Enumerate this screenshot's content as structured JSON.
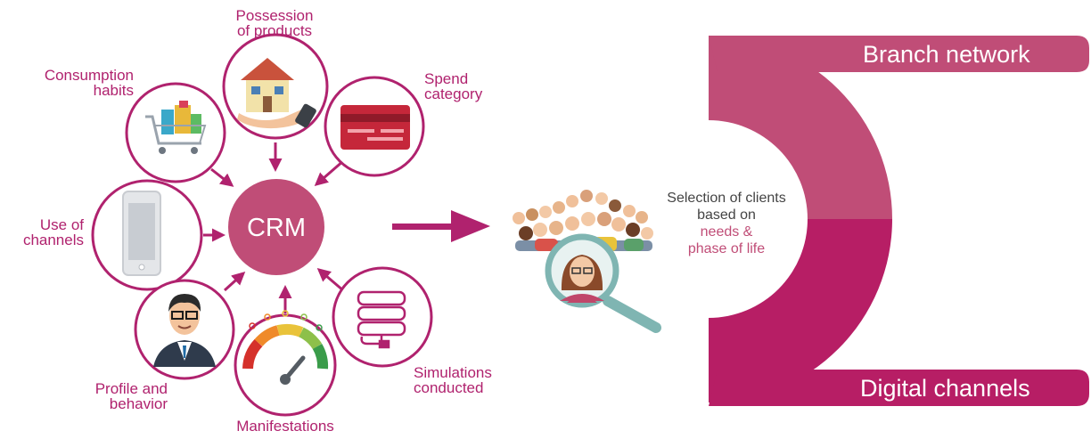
{
  "crm": {
    "label": "CRM"
  },
  "sources": {
    "possession": {
      "line1": "Possession",
      "line2": "of products"
    },
    "spend": {
      "line1": "Spend",
      "line2": "category"
    },
    "consumption": {
      "line1": "Consumption",
      "line2": "habits"
    },
    "channels": {
      "line1": "Use of",
      "line2": "channels"
    },
    "profile": {
      "line1": "Profile and",
      "line2": "behavior"
    },
    "manifestations": {
      "line1": "Manifestations"
    },
    "simulations": {
      "line1": "Simulations",
      "line2": "conducted"
    }
  },
  "selection": {
    "line1": "Selection of clients",
    "line2": "based on",
    "line3": "needs  &",
    "line4": "phase of life"
  },
  "outputs": {
    "top": "Branch network",
    "bottom": "Digital channels"
  },
  "colors": {
    "magenta": "#b0226e",
    "crm": "#c04d77",
    "arc_top": "#c04d77",
    "arc_bottom": "#b71e65",
    "teal": "#7fb5b2"
  },
  "icons": [
    "house-in-hand-icon",
    "credit-card-icon",
    "shopping-cart-icon",
    "smartphone-icon",
    "businessman-icon",
    "satisfaction-gauge-icon",
    "database-icon",
    "people-crowd-icon",
    "magnifier-icon"
  ]
}
